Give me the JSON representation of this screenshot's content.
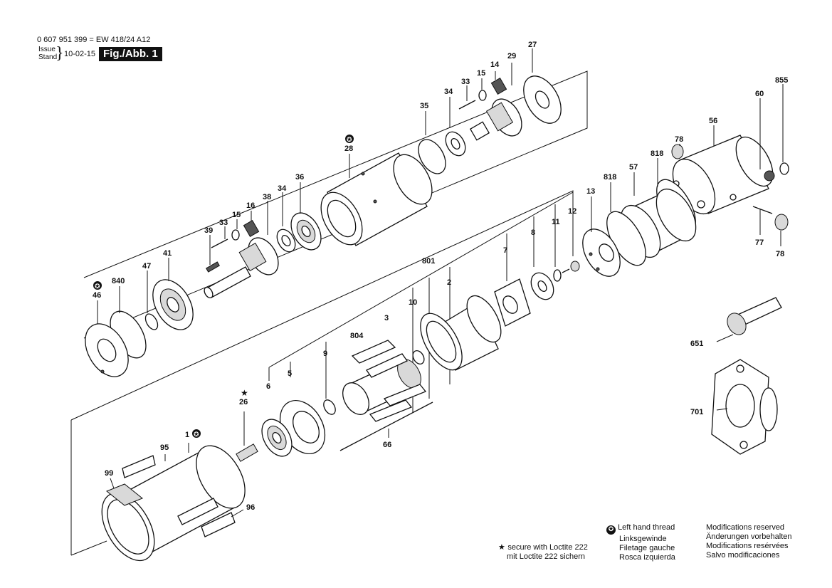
{
  "header": {
    "part_number_line": "0 607 951 399 = EW 418/24 A12",
    "issue_label": "Issue",
    "stand_label": "Stand",
    "issue_date": "10-02-15",
    "figure_label": "Fig./Abb. 1"
  },
  "callouts": {
    "c27": "27",
    "c14": "14",
    "c15a": "15",
    "c29": "29",
    "c33a": "33",
    "c34a": "34",
    "c35": "35",
    "c28": "28",
    "c36": "36",
    "c34b": "34",
    "c38": "38",
    "c16": "16",
    "c15b": "15",
    "c33b": "33",
    "c39": "39",
    "c41": "41",
    "c47": "47",
    "c840": "840",
    "c46": "46",
    "c855": "855",
    "c60": "60",
    "c56": "56",
    "c78a": "78",
    "c818a": "818",
    "c818b": "818",
    "c57": "57",
    "c13": "13",
    "c12": "12",
    "c11": "11",
    "c8": "8",
    "c77": "77",
    "c78b": "78",
    "c801": "801",
    "c7": "7",
    "c2": "2",
    "c10": "10",
    "c3": "3",
    "c804": "804",
    "c9": "9",
    "c5": "5",
    "c6": "6",
    "c26": "26",
    "c66": "66",
    "c1": "1",
    "c95": "95",
    "c99": "99",
    "c96": "96",
    "c651": "651",
    "c701": "701"
  },
  "legend": {
    "loctite_en": "secure with Loctite 222",
    "loctite_de": "mit Loctite 222 sichern",
    "lh_en": "Left hand thread",
    "lh_de": "Linksgewinde",
    "lh_fr": "Filetage gauche",
    "lh_es": "Rosca izquierda",
    "mod_en": "Modifications reserved",
    "mod_de": "Änderungen vorbehalten",
    "mod_fr": "Modifications resérvées",
    "mod_es": "Salvo modificaciones"
  },
  "icons": {
    "left_hand_thread": "left-hand-thread-symbol",
    "loctite": "star-symbol"
  }
}
